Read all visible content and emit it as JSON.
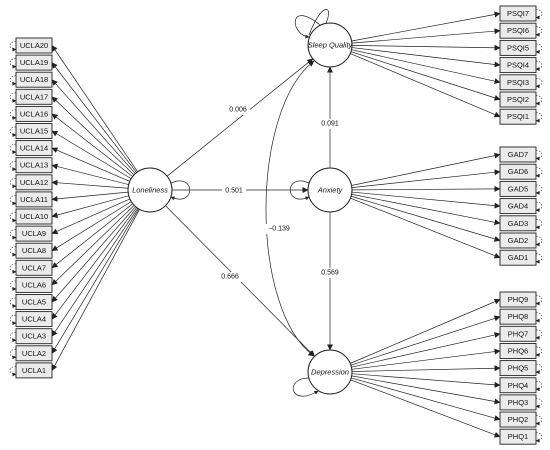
{
  "latents": {
    "loneliness": "Loneliness",
    "sleep": "Sleep Quality",
    "anxiety": "Anxiety",
    "depression": "Depression"
  },
  "indicators": {
    "ucla": [
      "UCLA20",
      "UCLA19",
      "UCLA18",
      "UCLA17",
      "UCLA16",
      "UCLA15",
      "UCLA14",
      "UCLA13",
      "UCLA12",
      "UCLA11",
      "UCLA10",
      "UCLA9",
      "UCLA8",
      "UCLA7",
      "UCLA6",
      "UCLA5",
      "UCLA4",
      "UCLA3",
      "UCLA2",
      "UCLA1"
    ],
    "psqi": [
      "PSQI7",
      "PSQI6",
      "PSQI5",
      "PSQI4",
      "PSQI3",
      "PSQI2",
      "PSQI1"
    ],
    "gad": [
      "GAD7",
      "GAD6",
      "GAD5",
      "GAD4",
      "GAD3",
      "GAD2",
      "GAD1"
    ],
    "phq": [
      "PHQ9",
      "PHQ8",
      "PHQ7",
      "PHQ6",
      "PHQ5",
      "PHQ4",
      "PHQ3",
      "PHQ2",
      "PHQ1"
    ]
  },
  "paths": {
    "loneliness_to_sleep": "0.006",
    "loneliness_to_anxiety": "0.501",
    "loneliness_to_depression": "0.666",
    "anxiety_to_sleep": "0.091",
    "anxiety_to_depression": "0.569",
    "sleep_depression_covariance": "−0.139"
  }
}
